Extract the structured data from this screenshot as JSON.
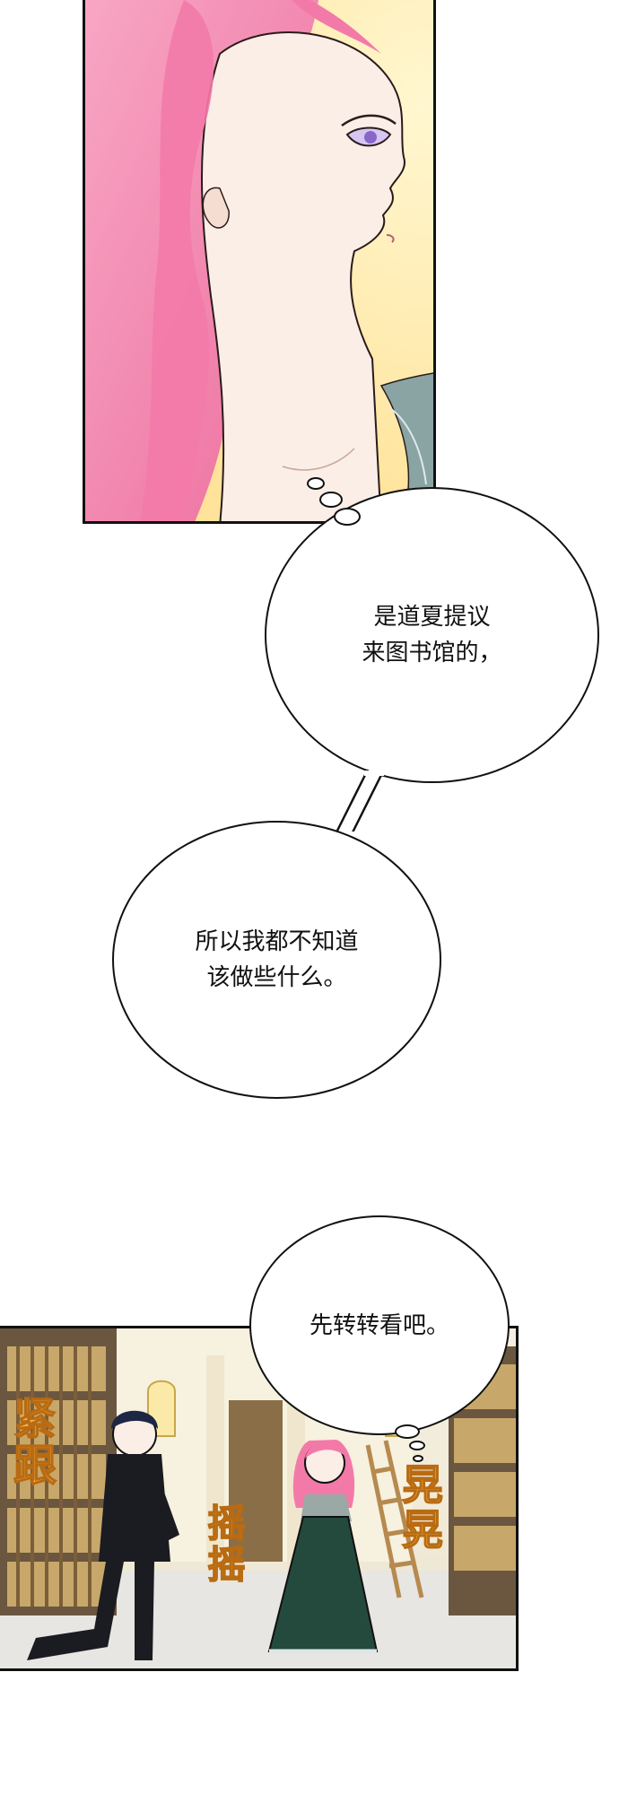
{
  "panels": {
    "top": {
      "description_icon": "woman-profile-illustration"
    },
    "bottom": {
      "description_icon": "library-scene-illustration"
    }
  },
  "bubbles": {
    "first": {
      "text": "是道夏提议\n来图书馆的，"
    },
    "second": {
      "text": "所以我都不知道\n该做些什么。"
    },
    "third": {
      "text": "先转转看吧。"
    }
  },
  "sfx": {
    "follow": "紧跟",
    "sway": "摇摇",
    "sway_right": "晃晃"
  },
  "colors": {
    "hair": "#f58ab0",
    "sfx_fill": "#f6b24a",
    "dress": "#244a3e",
    "suit": "#1b1b22"
  }
}
